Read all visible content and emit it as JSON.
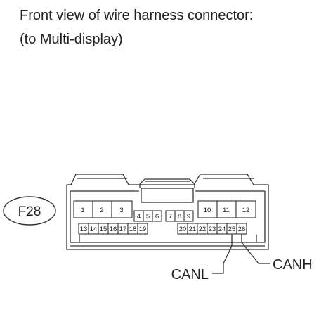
{
  "heading": {
    "line1": "Front view of wire harness connector:",
    "line2": "(to Multi-display)"
  },
  "connector": {
    "id": "F28",
    "top_row_pins": [
      "1",
      "2",
      "3",
      "10",
      "11",
      "12"
    ],
    "middle_row_pins": [
      "4",
      "5",
      "6",
      "7",
      "8",
      "9"
    ],
    "bottom_row_pins": [
      "13",
      "14",
      "15",
      "16",
      "17",
      "18",
      "19",
      "20",
      "21",
      "22",
      "23",
      "24",
      "25",
      "26"
    ]
  },
  "signals": {
    "canl": "CANL",
    "canh": "CANH"
  }
}
